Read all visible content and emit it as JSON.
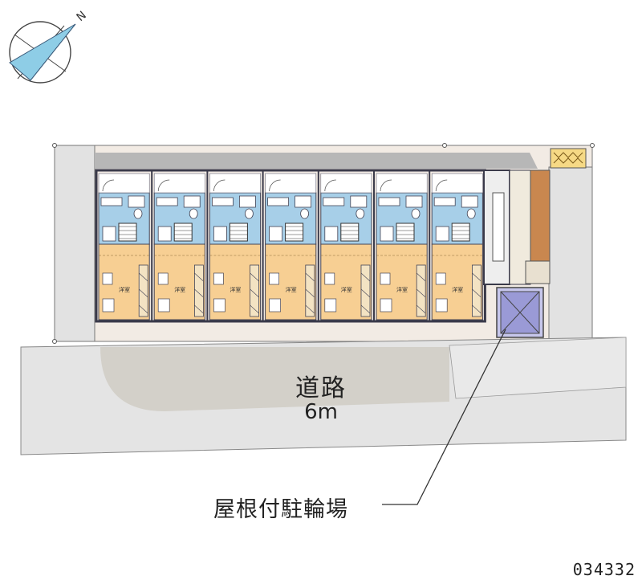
{
  "compass": {
    "label": "N"
  },
  "road": {
    "name": "道路",
    "width": "6m"
  },
  "callout": {
    "label": "屋根付駐輪場"
  },
  "units": [
    {
      "room": "洋室"
    },
    {
      "room": "洋室"
    },
    {
      "room": "洋室"
    },
    {
      "room": "洋室"
    },
    {
      "room": "洋室"
    },
    {
      "room": "洋室"
    },
    {
      "room": "洋室"
    }
  ],
  "reference_id": "034332",
  "colors": {
    "wet_area": "#a7cfe8",
    "living_room": "#f7cf93",
    "lot": "#f2ebe4",
    "road": "#e4e4e4",
    "outline": "#3a3a4a",
    "stair_brick": "#c9874f",
    "bike_shelter": "#9a9ad6",
    "compass": "#8ecde6"
  }
}
